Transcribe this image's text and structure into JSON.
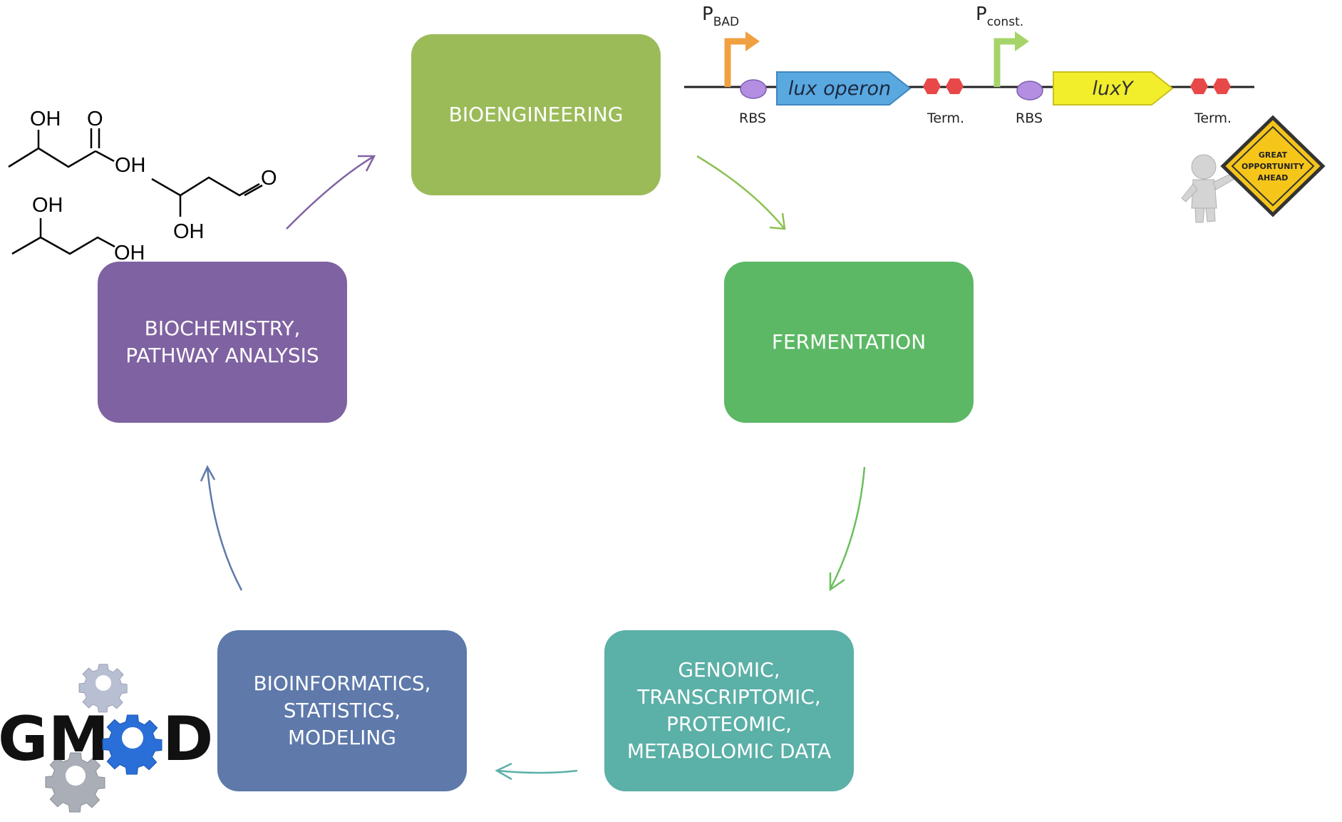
{
  "colors": {
    "bioengineering": "#9bbb59",
    "fermentation": "#5cb865",
    "omics": "#5bb0a7",
    "bioinformatics": "#5e79aa",
    "biochemistry": "#7f62a1",
    "arrow_purple": "#8064a2",
    "arrow_green": "#8cc152",
    "arrow_teal": "#5bb0a7",
    "arrow_blue": "#5e79aa"
  },
  "stages": [
    {
      "id": "bioengineering",
      "label": "BIOENGINEERING"
    },
    {
      "id": "fermentation",
      "label": "FERMENTATION"
    },
    {
      "id": "omics",
      "label": "GENOMIC,\nTRANSCRIPTOMIC,\nPROTEOMIC,\nMETABOLOMIC DATA"
    },
    {
      "id": "bioinformatics",
      "label": "BIOINFORMATICS,\nSTATISTICS,\nMODELING"
    },
    {
      "id": "biochemistry",
      "label": "BIOCHEMISTRY,\nPATHWAY ANALYSIS"
    }
  ],
  "construct": {
    "promoter1": "P",
    "promoter1_sub": "BAD",
    "promoter2": "P",
    "promoter2_sub": "const.",
    "gene1": "lux operon",
    "gene2": "luxY",
    "rbs_label": "RBS",
    "term_label": "Term."
  },
  "molecules": {
    "oh": "OH",
    "o": "O"
  },
  "sign": {
    "line1": "GREAT",
    "line2": "OPPORTUNITY",
    "line3": "AHEAD"
  },
  "logo": {
    "left": "GM",
    "right": "D"
  }
}
